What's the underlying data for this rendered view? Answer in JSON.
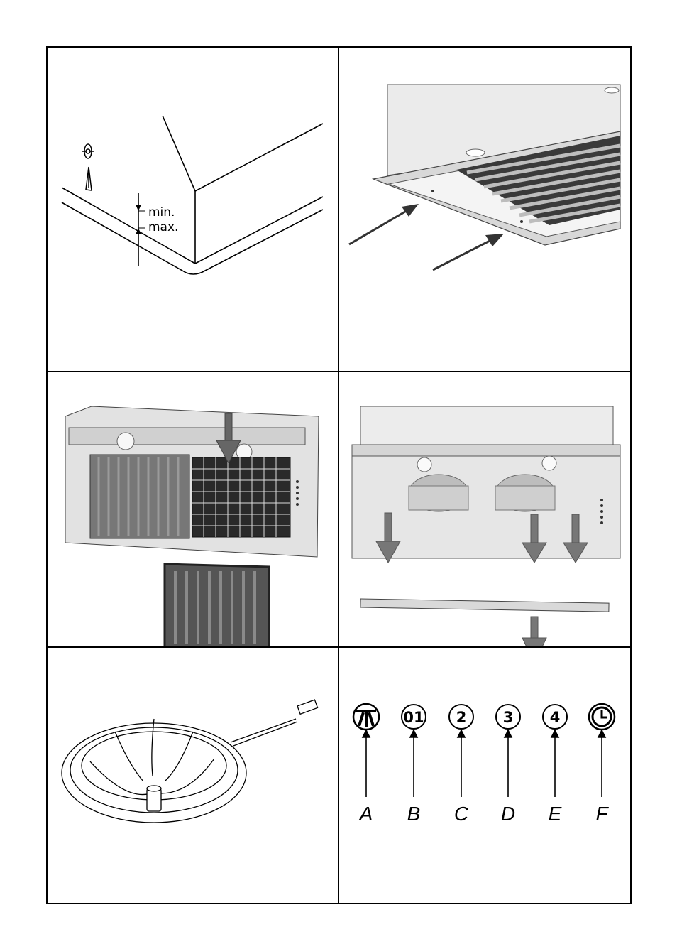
{
  "panel1": {
    "min_label": "min.",
    "max_label": "max."
  },
  "controls": [
    {
      "letter": "A",
      "symbol": "",
      "icon": "light-icon"
    },
    {
      "letter": "B",
      "symbol": "01",
      "icon": "power-speed1-icon"
    },
    {
      "letter": "C",
      "symbol": "2",
      "icon": "speed2-icon"
    },
    {
      "letter": "D",
      "symbol": "3",
      "icon": "speed3-icon"
    },
    {
      "letter": "E",
      "symbol": "4",
      "icon": "speed4-icon"
    },
    {
      "letter": "F",
      "symbol": "",
      "icon": "timer-clock-icon"
    }
  ],
  "colors": {
    "line": "#000000",
    "metal": "#c8c8c8",
    "filter_dark": "#2a2a2a"
  }
}
